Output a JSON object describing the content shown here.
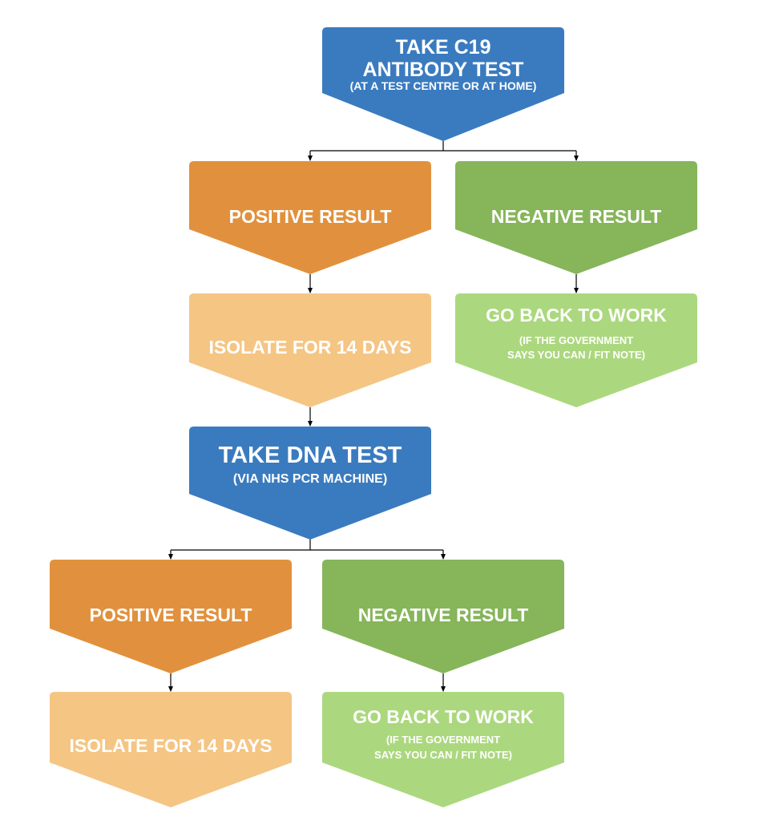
{
  "colors": {
    "blue": "#3a7bbf",
    "orange": "#e1913d",
    "light_orange": "#f5c584",
    "green": "#86b55a",
    "light_green": "#abd87e",
    "connector": "#000000",
    "text": "#ffffff"
  },
  "nodes": {
    "antibody_test": {
      "title_1": "TAKE C19",
      "title_2": "ANTIBODY TEST",
      "subtitle": "(AT A TEST CENTRE OR AT HOME)"
    },
    "positive_1": {
      "title": "POSITIVE RESULT"
    },
    "negative_1": {
      "title": "NEGATIVE RESULT"
    },
    "isolate_1": {
      "title": "ISOLATE FOR 14 DAYS"
    },
    "work_1": {
      "title": "GO BACK TO WORK",
      "note_1": "(IF THE GOVERNMENT",
      "note_2": "SAYS YOU CAN / FIT NOTE)"
    },
    "dna_test": {
      "title": "TAKE DNA TEST",
      "subtitle": "(VIA NHS PCR MACHINE)"
    },
    "positive_2": {
      "title": "POSITIVE RESULT"
    },
    "negative_2": {
      "title": "NEGATIVE RESULT"
    },
    "isolate_2": {
      "title": "ISOLATE FOR 14 DAYS"
    },
    "work_2": {
      "title": "GO BACK TO WORK",
      "note_1": "(IF THE GOVERNMENT",
      "note_2": "SAYS YOU CAN / FIT NOTE)"
    }
  }
}
